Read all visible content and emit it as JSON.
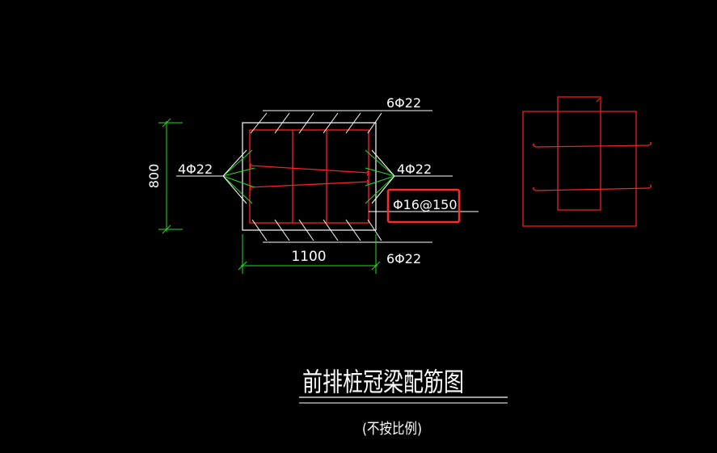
{
  "drawing": {
    "background": "#000000",
    "colors": {
      "outline": "#ffffff",
      "rebar": "#ff2020",
      "dimension": "#22dd22",
      "leader": "#ffffff",
      "highlight": "#ff2a2a"
    },
    "section": {
      "top_bars_label": "6Φ22",
      "bottom_bars_label": "6Φ22",
      "left_side_bars_label": "4Φ22",
      "right_side_bars_label": "4Φ22",
      "stirrup_label": "Φ16@150",
      "height_dim": "800",
      "width_dim": "1100"
    },
    "title": "前排桩冠梁配筋图",
    "subtitle": "(不按比例)"
  }
}
